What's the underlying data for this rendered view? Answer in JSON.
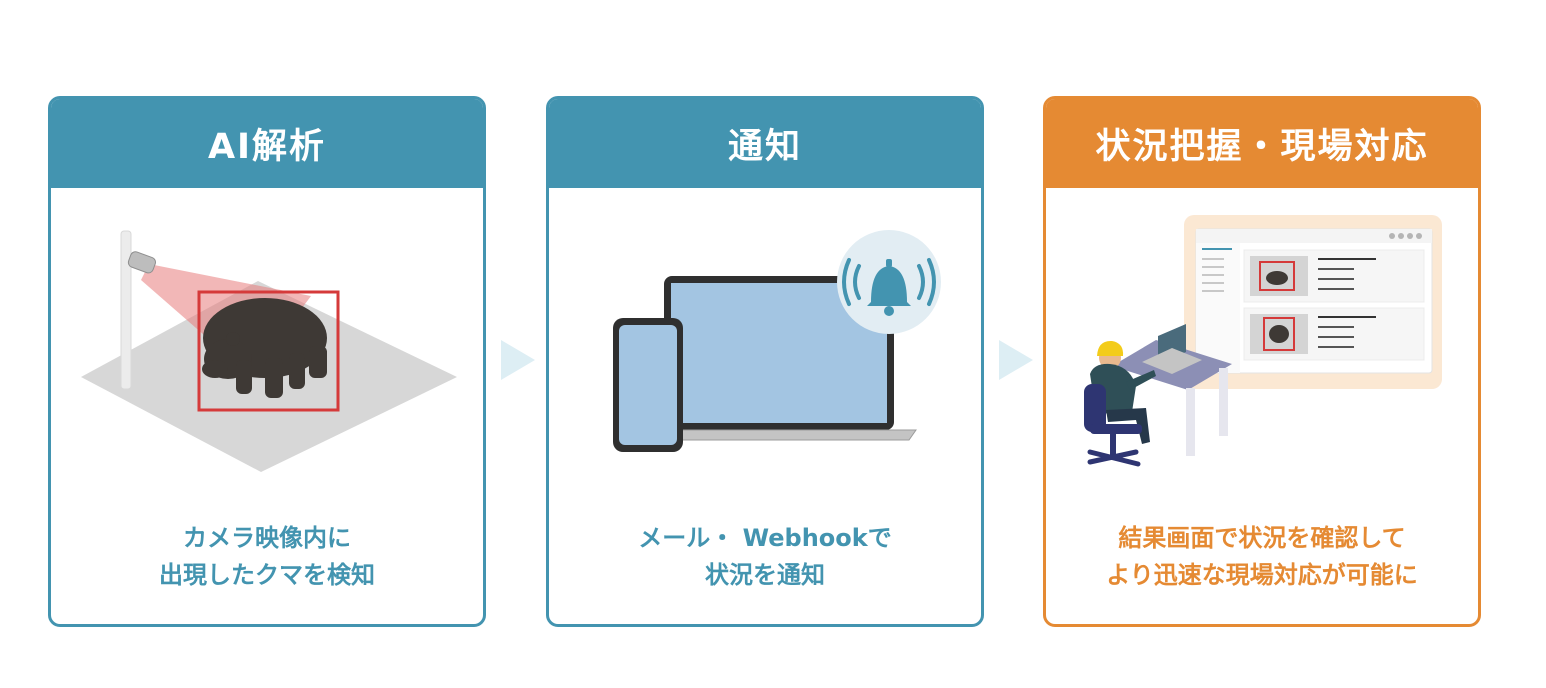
{
  "steps": [
    {
      "title": "AI解析",
      "caption_lines": [
        "カメラ映像内に",
        "出現したクマを検知"
      ],
      "accent": "#4394b0"
    },
    {
      "title": "通知",
      "caption_lines": [
        "メール・ Webhookで",
        "状況を通知"
      ],
      "accent": "#4394b0"
    },
    {
      "title": "状況把握・現場対応",
      "caption_lines": [
        "結果画面で状況を確認して",
        "より迅速な現場対応が可能に"
      ],
      "accent": "#e58a33"
    }
  ],
  "icons": {
    "step1": "camera-detection-icon",
    "step2": "notification-bell-icon",
    "step3": "operator-monitoring-icon",
    "arrows": "chevron-right-icon"
  }
}
